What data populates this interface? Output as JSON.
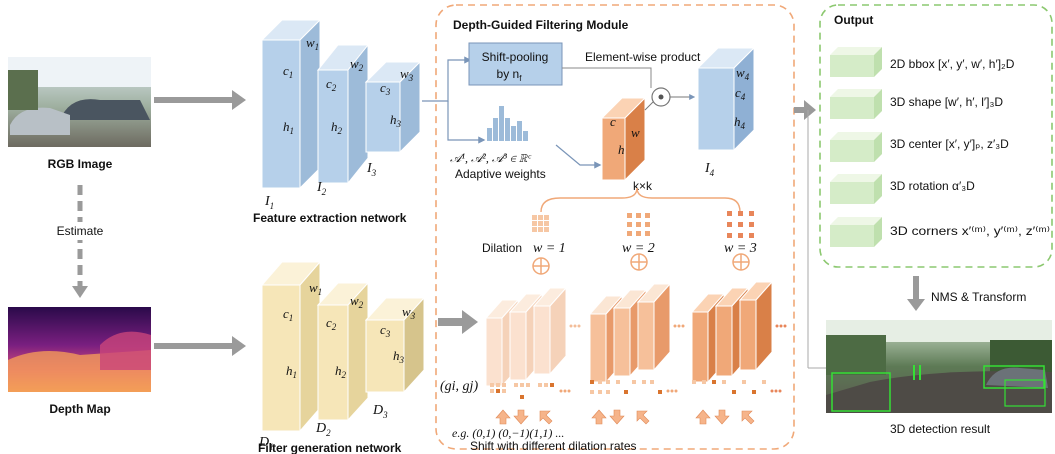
{
  "inputs": {
    "rgb_label": "RGB Image",
    "estimate_label": "Estimate",
    "depth_label": "Depth Map"
  },
  "feature_net": {
    "title": "Feature extraction network",
    "stages": [
      {
        "c": "c",
        "cs": "1",
        "h": "h",
        "hs": "1",
        "w": "w",
        "ws": "1",
        "name": "I",
        "ns": "1"
      },
      {
        "c": "c",
        "cs": "2",
        "h": "h",
        "hs": "2",
        "w": "w",
        "ws": "2",
        "name": "I",
        "ns": "2"
      },
      {
        "c": "c",
        "cs": "3",
        "h": "h",
        "hs": "3",
        "w": "w",
        "ws": "3",
        "name": "I",
        "ns": "3"
      }
    ]
  },
  "filter_net": {
    "title": "Filter generation network",
    "stages": [
      {
        "c": "c",
        "cs": "1",
        "h": "h",
        "hs": "1",
        "w": "w",
        "ws": "1",
        "name": "D",
        "ns": "1"
      },
      {
        "c": "c",
        "cs": "2",
        "h": "h",
        "hs": "2",
        "w": "w",
        "ws": "2",
        "name": "D",
        "ns": "2"
      },
      {
        "c": "c",
        "cs": "3",
        "h": "h",
        "hs": "3",
        "w": "w",
        "ws": "3",
        "name": "D",
        "ns": "3"
      }
    ]
  },
  "dgf_module": {
    "title": "Depth-Guided Filtering Module",
    "shift_pooling_line1": "Shift-pooling",
    "shift_pooling_line2": "by n",
    "shift_pooling_sub": "f",
    "elementwise_label": "Element-wise product",
    "adaptive_formula": "𝒜¹, 𝒜², 𝒜³ ∈ ℝᶜ",
    "adaptive_label": "Adaptive weights",
    "kernel_c": "c",
    "kernel_w": "w",
    "kernel_h": "h",
    "kernel_size": "k×k",
    "output_feature": {
      "c": "c",
      "cs": "4",
      "h": "h",
      "hs": "4",
      "w": "w",
      "ws": "4",
      "name": "I",
      "ns": "4"
    },
    "dilation_prefix": "Dilation",
    "dilations": [
      "w = 1",
      "w = 2",
      "w = 3"
    ],
    "shift_coord": "(gi, gj)",
    "shift_example": "e.g. (0,1) (0,−1)(1,1) ...",
    "shift_caption": "Shift with different dilation rates"
  },
  "output": {
    "title": "Output",
    "items": [
      "2D bbox  [x′, y′, w′, h′]₂D",
      "3D shape [w′, h′, l′]₃D",
      "3D center [x′, y′]ₚ, z′₃D",
      "3D rotation α′₃D",
      "3D corners x′⁽ᵐ⁾, y′⁽ᵐ⁾, z′⁽ᵐ⁾"
    ]
  },
  "post": {
    "nms_label": "NMS & Transform",
    "result_label": "3D detection result"
  },
  "colors": {
    "feature_blue": "#b6d0ea",
    "filter_yellow": "#f6e6b8",
    "orange": "#f0a878",
    "output_green": "#d5ecc8",
    "dashed_orange": "#f0a878",
    "dashed_green": "#8cc870",
    "arrow_gray": "#9a9a9a"
  }
}
